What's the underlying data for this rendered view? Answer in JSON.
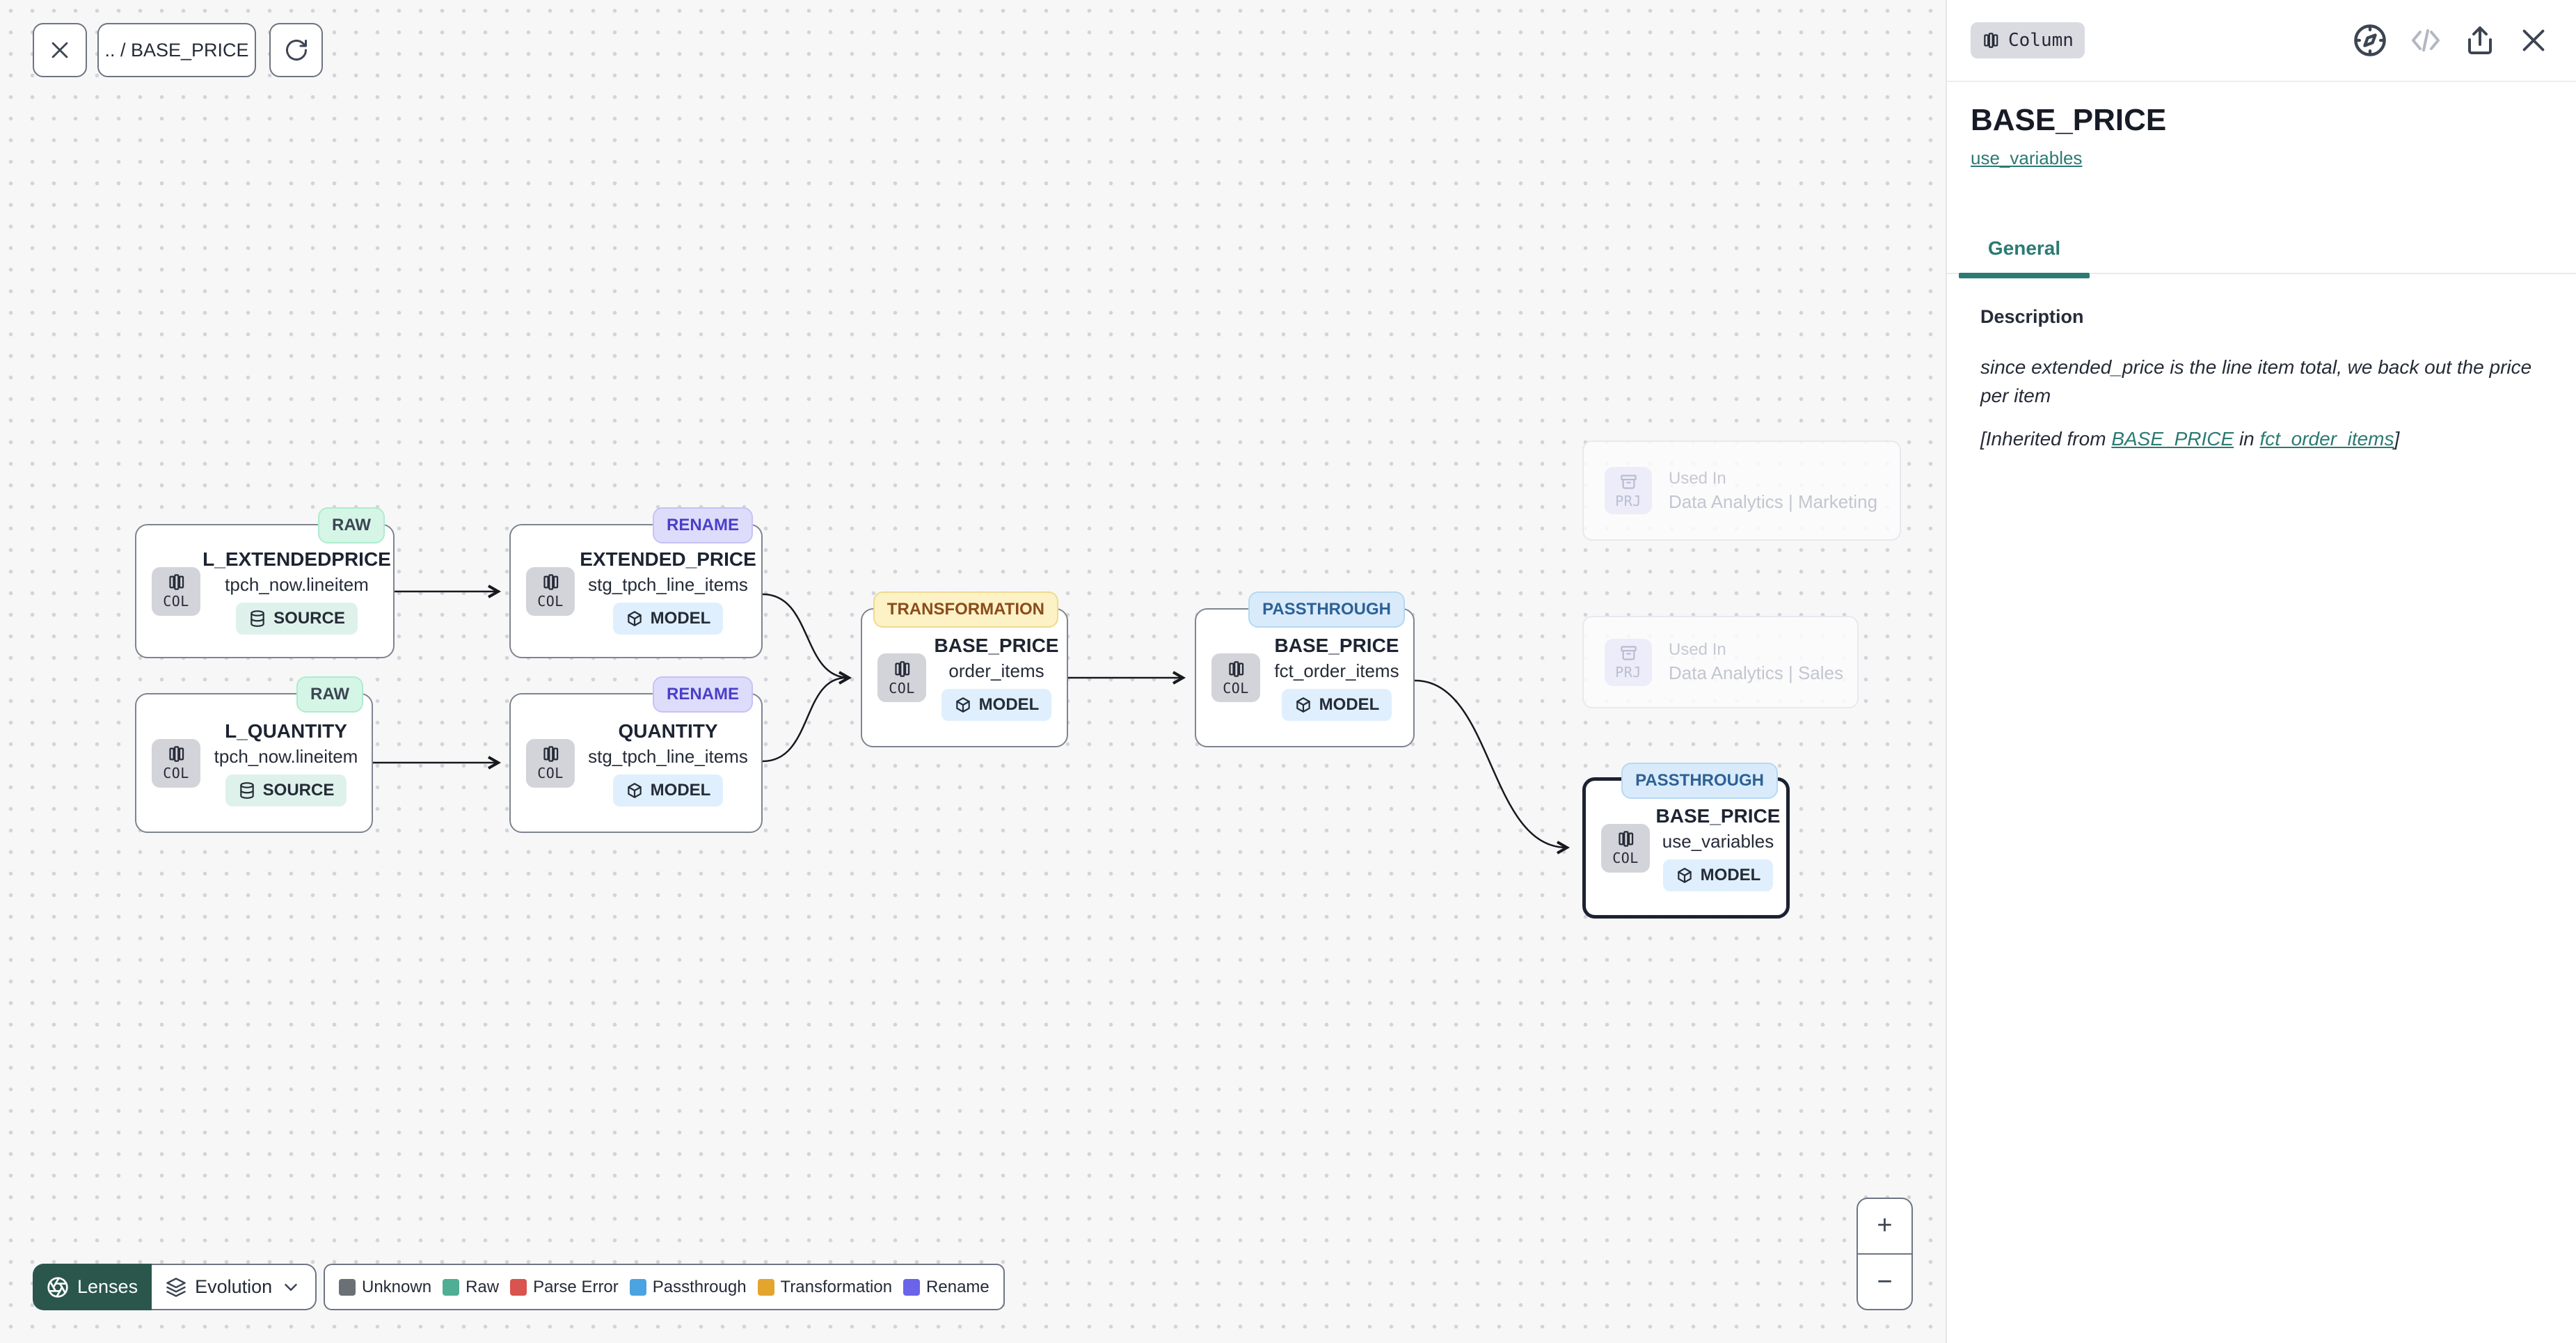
{
  "toolbar": {
    "breadcrumb": ".. / BASE_PRICE"
  },
  "panel": {
    "type_badge": "Column",
    "title": "BASE_PRICE",
    "model_link": "use_variables",
    "tabs": [
      {
        "label": "General",
        "active": true
      }
    ],
    "section_heading": "Description",
    "description": "since extended_price is the line item total, we back out the price per item",
    "inherited": {
      "prefix": "[Inherited from ",
      "link1": "BASE_PRICE",
      "middle": " in ",
      "link2": "fct_order_items",
      "suffix": "]"
    }
  },
  "graph": {
    "nodes": [
      {
        "badge": "RAW",
        "title": "L_EXTENDEDPRICE",
        "subtitle": "tpch_now.lineitem",
        "chip": "COL",
        "pill": "SOURCE"
      },
      {
        "badge": "RENAME",
        "title": "EXTENDED_PRICE",
        "subtitle": "stg_tpch_line_items",
        "chip": "COL",
        "pill": "MODEL"
      },
      {
        "badge": "RAW",
        "title": "L_QUANTITY",
        "subtitle": "tpch_now.lineitem",
        "chip": "COL",
        "pill": "SOURCE"
      },
      {
        "badge": "RENAME",
        "title": "QUANTITY",
        "subtitle": "stg_tpch_line_items",
        "chip": "COL",
        "pill": "MODEL"
      },
      {
        "badge": "TRANSFORMATION",
        "title": "BASE_PRICE",
        "subtitle": "order_items",
        "chip": "COL",
        "pill": "MODEL"
      },
      {
        "badge": "PASSTHROUGH",
        "title": "BASE_PRICE",
        "subtitle": "fct_order_items",
        "chip": "COL",
        "pill": "MODEL"
      },
      {
        "badge": "PASSTHROUGH",
        "title": "BASE_PRICE",
        "subtitle": "use_variables",
        "chip": "COL",
        "pill": "MODEL",
        "selected": true
      }
    ],
    "ghost_nodes": [
      {
        "chip": "PRJ",
        "label": "Used In",
        "name": "Data Analytics | Marketing"
      },
      {
        "chip": "PRJ",
        "label": "Used In",
        "name": "Data Analytics | Sales"
      }
    ]
  },
  "lenses": {
    "button_label": "Lenses",
    "dropdown_label": "Evolution"
  },
  "legend": {
    "items": [
      {
        "label": "Unknown",
        "color": "#6b7076"
      },
      {
        "label": "Raw",
        "color": "#4fae94"
      },
      {
        "label": "Parse Error",
        "color": "#d9534f"
      },
      {
        "label": "Passthrough",
        "color": "#4ba3e1"
      },
      {
        "label": "Transformation",
        "color": "#e3a52d"
      },
      {
        "label": "Rename",
        "color": "#6b63e8"
      }
    ]
  },
  "zoom_controls": {
    "zoom_in": "+",
    "zoom_out": "−"
  },
  "colors": {
    "accent_teal": "#2b7a73",
    "lenses_green": "#2a564b",
    "badge_raw_bg": "#d5f6e6",
    "badge_rename_bg": "#dedcfb",
    "badge_transformation_bg": "#fcf2c5",
    "badge_passthrough_bg": "#d9ebfb",
    "pill_source_bg": "#def2eb",
    "pill_model_bg": "#dfeffd"
  },
  "icons": {
    "close": "x",
    "refresh": "rotate-cw",
    "compass": "compass",
    "code": "code-slash",
    "share": "share-up-arrow",
    "columns": "columns",
    "database": "database-cylinder",
    "model": "cube",
    "project": "archive-box",
    "lenses": "aperture",
    "evolution": "layers",
    "chevron": "chevron-down",
    "zoom_in": "plus",
    "zoom_out": "minus"
  }
}
